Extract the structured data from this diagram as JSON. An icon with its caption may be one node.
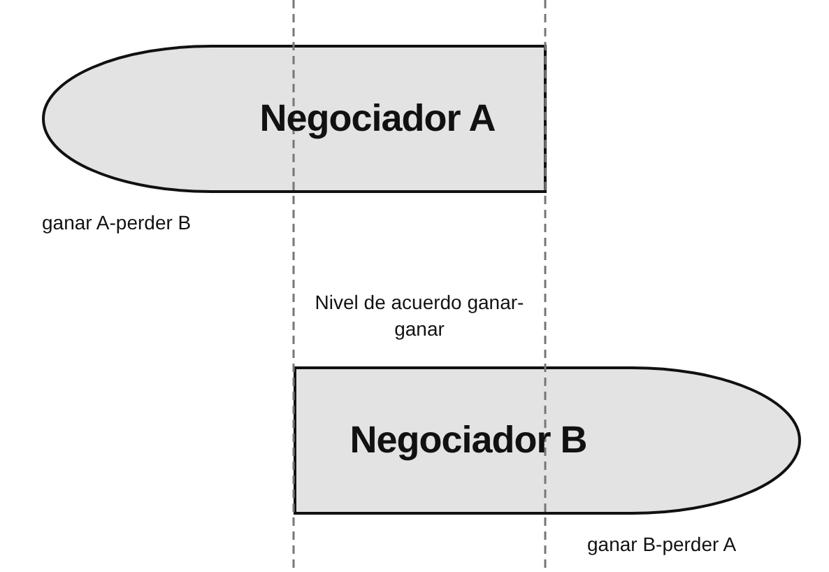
{
  "diagram": {
    "nodes": [
      {
        "text": [
          "Negociador A"
        ]
      },
      {
        "text": [
          "Negociador B"
        ]
      }
    ],
    "labels": [
      "ganar A-perder B",
      "Nivel de acuerdo ganar-ganar",
      "ganar B-perder A"
    ]
  }
}
